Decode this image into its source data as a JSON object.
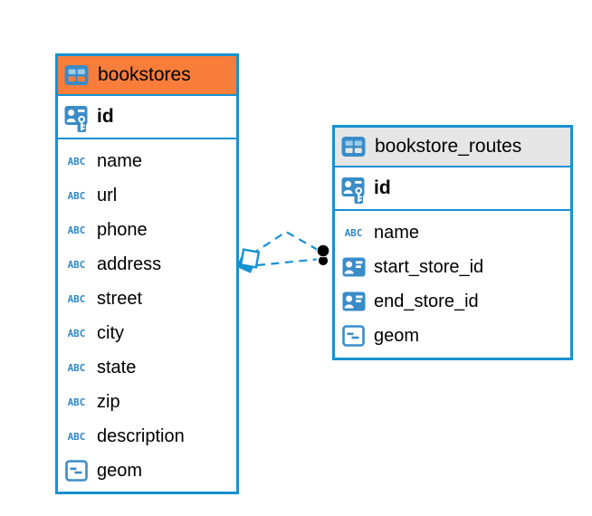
{
  "diagram": {
    "background": "#ffffff",
    "glyphs": {
      "text_type": "ABC"
    },
    "colors": {
      "table_border_blue": "#1791d2",
      "relationship_line_blue": "#1791d2",
      "icon_blue": "#3a8cc8",
      "icon_cell_light_blue": "#9ccbe8",
      "header_orange": "#f97d3a",
      "header_gray": "#e6e6e6",
      "text": "#000000",
      "dot_marker_black": "#000000"
    },
    "icons": {
      "table_header": "table-grid-icon",
      "primary_key": "id-card-key-icon",
      "foreign_key": "id-card-icon",
      "text_type": "abc-icon",
      "geometry_type": "geometry-square-icon",
      "relationship_source": "diamond-marker",
      "relationship_target": "filled-dot-marker"
    },
    "tables": [
      {
        "title": "bookstores",
        "header_style": "orange",
        "primary_key": {
          "name": "id",
          "icon": "id-card-key-icon"
        },
        "columns": [
          {
            "name": "name",
            "icon": "abc-icon"
          },
          {
            "name": "url",
            "icon": "abc-icon"
          },
          {
            "name": "phone",
            "icon": "abc-icon"
          },
          {
            "name": "address",
            "icon": "abc-icon"
          },
          {
            "name": "street",
            "icon": "abc-icon"
          },
          {
            "name": "city",
            "icon": "abc-icon"
          },
          {
            "name": "state",
            "icon": "abc-icon"
          },
          {
            "name": "zip",
            "icon": "abc-icon"
          },
          {
            "name": "description",
            "icon": "abc-icon"
          },
          {
            "name": "geom",
            "icon": "geometry-square-icon"
          }
        ]
      },
      {
        "title": "bookstore_routes",
        "header_style": "gray",
        "primary_key": {
          "name": "id",
          "icon": "id-card-key-icon"
        },
        "columns": [
          {
            "name": "name",
            "icon": "abc-icon"
          },
          {
            "name": "start_store_id",
            "icon": "id-card-icon"
          },
          {
            "name": "end_store_id",
            "icon": "id-card-icon"
          },
          {
            "name": "geom",
            "icon": "geometry-square-icon"
          }
        ]
      }
    ],
    "relationships": [
      {
        "source": "bookstores",
        "target": "bookstore_routes",
        "line_style": "dashed",
        "source_marker": "diamond",
        "target_marker": "filled-dot"
      },
      {
        "source": "bookstores",
        "target": "bookstore_routes",
        "line_style": "dashed",
        "source_marker": "diamond",
        "target_marker": "filled-dot"
      }
    ]
  }
}
